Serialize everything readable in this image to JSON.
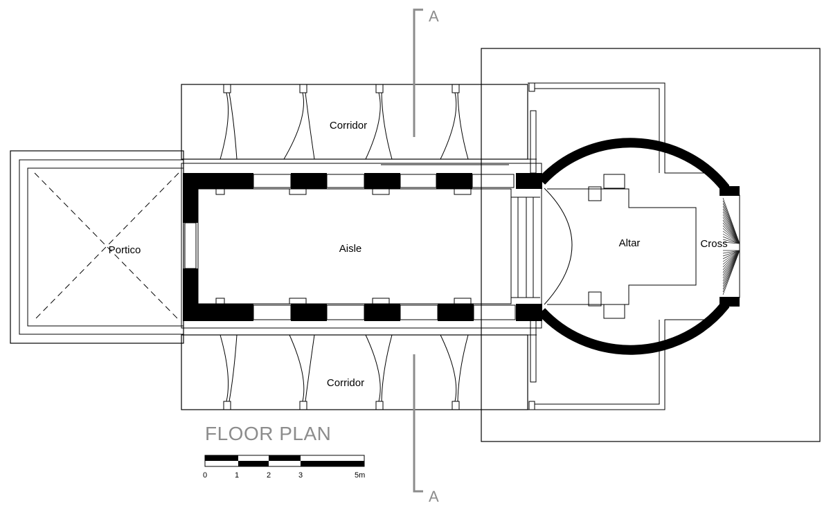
{
  "rooms": {
    "portico": "Portico",
    "aisle": "Aisle",
    "corridor_north": "Corridor",
    "corridor_south": "Corridor",
    "altar": "Altar",
    "cross": "Cross"
  },
  "title": "FLOOR PLAN",
  "section_marks": {
    "top": "A",
    "bottom": "A"
  },
  "scale_bar": {
    "ticks": [
      {
        "label": "0",
        "value": 0
      },
      {
        "label": "1",
        "value": 1
      },
      {
        "label": "2",
        "value": 2
      },
      {
        "label": "3",
        "value": 3
      },
      {
        "label": "5m",
        "value": 5
      }
    ]
  }
}
